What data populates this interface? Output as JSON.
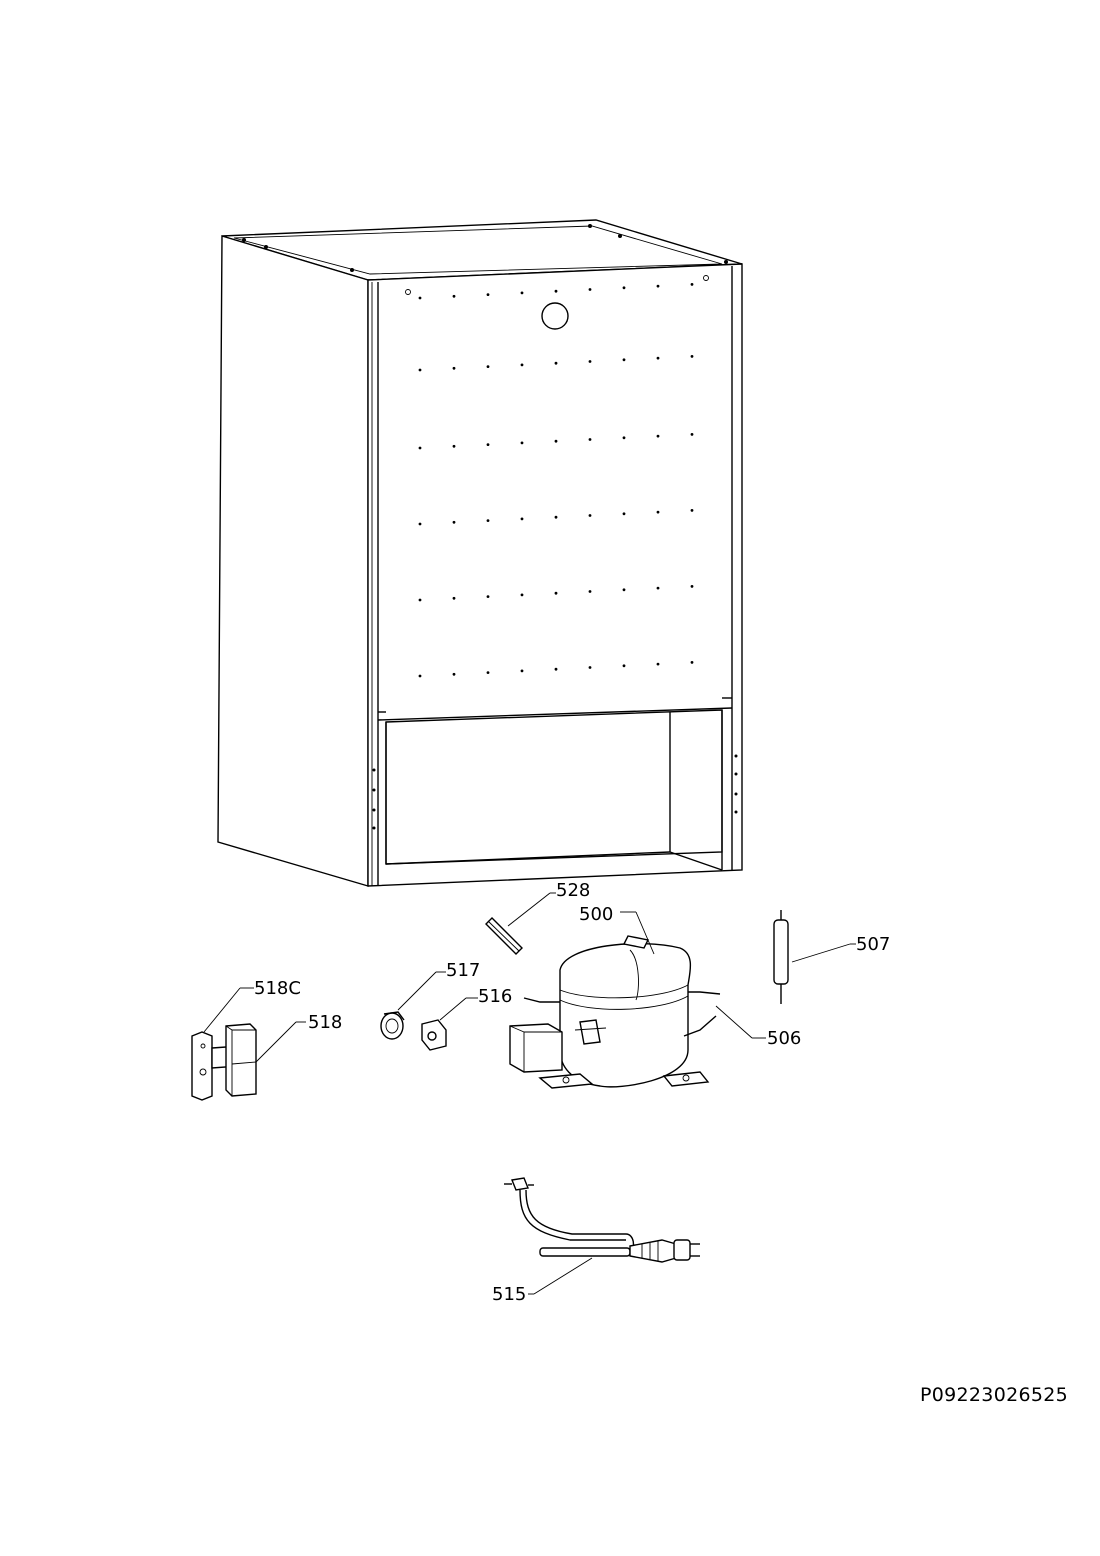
{
  "parts": {
    "p528": "528",
    "p500": "500",
    "p507": "507",
    "p517": "517",
    "p516": "516",
    "p518c": "518C",
    "p518": "518",
    "p506": "506",
    "p515": "515"
  },
  "document_code": "P09223026525"
}
